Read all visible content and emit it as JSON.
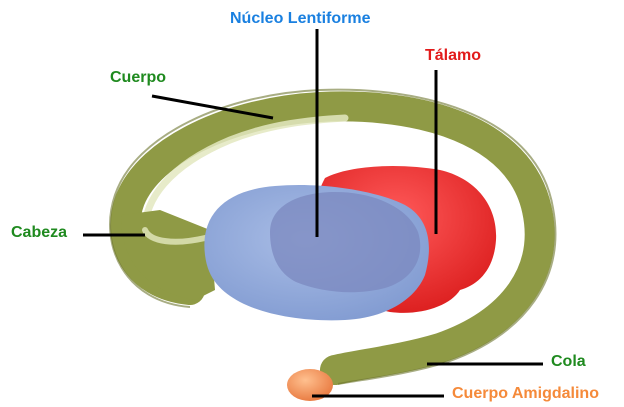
{
  "diagram": {
    "labels": {
      "nucleo_lentiforme": "Núcleo Lentiforme",
      "talamo": "Tálamo",
      "cuerpo": "Cuerpo",
      "cabeza": "Cabeza",
      "cola": "Cola",
      "cuerpo_amigdalino": "Cuerpo Amigdalino"
    },
    "colors": {
      "caudate": "#8f9a45",
      "caudate_highlight": "#e3e8bf",
      "lentiform": "#8ea6d8",
      "lentiform_inner": "#7b88bf",
      "thalamus": "#e42a2a",
      "amygdala": "#f0955c",
      "label_green": "#1f8a1f",
      "label_blue": "#1a80e0",
      "label_red": "#e21b1b",
      "label_orange": "#f58a3a",
      "leader": "#000000"
    }
  }
}
